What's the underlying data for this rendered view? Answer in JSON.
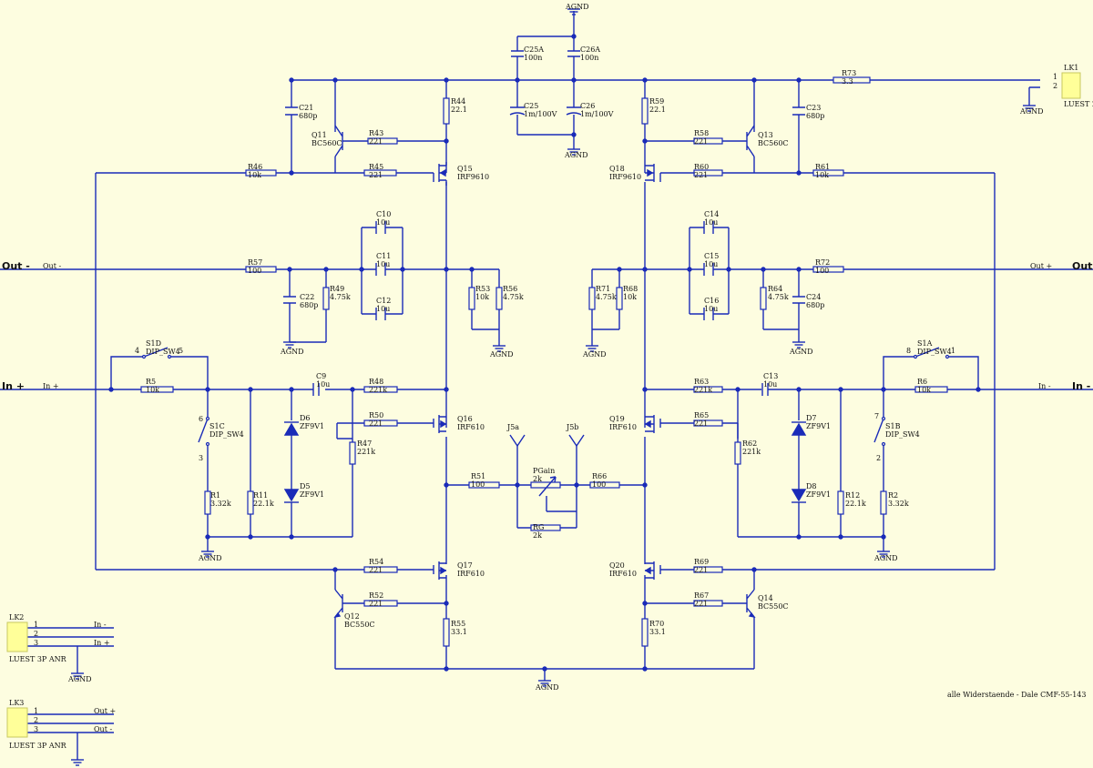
{
  "ports": {
    "out_minus": "Out -",
    "out_plus": "Out +",
    "in_plus": "In +",
    "in_minus": "In -",
    "net_out_minus": "Out -",
    "net_out_plus": "Out +",
    "net_in_plus": "In +",
    "net_in_minus": "In -"
  },
  "connectors": {
    "lk1": {
      "ref": "LK1",
      "part": "LUEST 2",
      "pins": [
        "1",
        "2"
      ]
    },
    "lk2": {
      "ref": "LK2",
      "part": "LUEST 3P ANR",
      "pins": [
        "1",
        "2",
        "3"
      ],
      "nets": [
        "In -",
        "In +"
      ]
    },
    "lk3": {
      "ref": "LK3",
      "part": "LUEST 3P ANR",
      "pins": [
        "1",
        "2",
        "3"
      ],
      "nets": [
        "Out +",
        "Out -"
      ]
    }
  },
  "ground": "AGND",
  "note": "alle Widerstaende  -  Dale CMF-55-143",
  "components": [
    [
      "C25A",
      "100n"
    ],
    [
      "C26A",
      "100n"
    ],
    [
      "C25",
      "1m/100V"
    ],
    [
      "C26",
      "1m/100V"
    ],
    [
      "R73",
      "3.3"
    ],
    [
      "R44",
      "22.1"
    ],
    [
      "R59",
      "22.1"
    ],
    [
      "C21",
      "680p"
    ],
    [
      "C23",
      "680p"
    ],
    [
      "Q11",
      "BC560C"
    ],
    [
      "Q13",
      "BC560C"
    ],
    [
      "R43",
      "221"
    ],
    [
      "R58",
      "221"
    ],
    [
      "R45",
      "221"
    ],
    [
      "R60",
      "221"
    ],
    [
      "R46",
      "10k"
    ],
    [
      "R61",
      "10k"
    ],
    [
      "Q15",
      "IRF9610"
    ],
    [
      "Q18",
      "IRF9610"
    ],
    [
      "C10",
      "10u"
    ],
    [
      "C11",
      "10u"
    ],
    [
      "C12",
      "10u"
    ],
    [
      "C14",
      "10u"
    ],
    [
      "C15",
      "10u"
    ],
    [
      "C16",
      "10u"
    ],
    [
      "R57",
      "100"
    ],
    [
      "R72",
      "100"
    ],
    [
      "C22",
      "680p"
    ],
    [
      "C24",
      "680p"
    ],
    [
      "R49",
      "4.75k"
    ],
    [
      "R64",
      "4.75k"
    ],
    [
      "R53",
      "10k"
    ],
    [
      "R56",
      "4.75k"
    ],
    [
      "R71",
      "4.75k"
    ],
    [
      "R68",
      "10k"
    ],
    [
      "S1D",
      "DIP_SW4"
    ],
    [
      "S1A",
      "DIP_SW4"
    ],
    [
      "R5",
      "10k"
    ],
    [
      "R6",
      "10k"
    ],
    [
      "C9",
      "10u"
    ],
    [
      "C13",
      "10u"
    ],
    [
      "R48",
      "221k"
    ],
    [
      "R63",
      "221k"
    ],
    [
      "D6",
      "ZF9V1"
    ],
    [
      "D7",
      "ZF9V1"
    ],
    [
      "D5",
      "ZF9V1"
    ],
    [
      "D8",
      "ZF9V1"
    ],
    [
      "R50",
      "221"
    ],
    [
      "R65",
      "221"
    ],
    [
      "Q16",
      "IRF610"
    ],
    [
      "Q19",
      "IRF610"
    ],
    [
      "R47",
      "221k"
    ],
    [
      "R62",
      "221k"
    ],
    [
      "S1C",
      "DIP_SW4"
    ],
    [
      "S1B",
      "DIP_SW4"
    ],
    [
      "R1",
      "3.32k"
    ],
    [
      "R2",
      "3.32k"
    ],
    [
      "R11",
      "22.1k"
    ],
    [
      "R12",
      "22.1k"
    ],
    [
      "J5a",
      ""
    ],
    [
      "J5b",
      ""
    ],
    [
      "R51",
      "100"
    ],
    [
      "R66",
      "100"
    ],
    [
      "PGain",
      "2k"
    ],
    [
      "RG",
      "2k"
    ],
    [
      "R54",
      "221"
    ],
    [
      "R69",
      "221"
    ],
    [
      "Q17",
      "IRF610"
    ],
    [
      "Q20",
      "IRF610"
    ],
    [
      "R52",
      "221"
    ],
    [
      "R67",
      "221"
    ],
    [
      "Q12",
      "BC550C"
    ],
    [
      "Q14",
      "BC550C"
    ],
    [
      "R55",
      "33.1"
    ],
    [
      "R70",
      "33.1"
    ]
  ],
  "switch_pins": {
    "s1d": [
      "4",
      "5"
    ],
    "s1a": [
      "8",
      "1"
    ],
    "s1c": [
      "6",
      "3"
    ],
    "s1b": [
      "7",
      "2"
    ]
  }
}
